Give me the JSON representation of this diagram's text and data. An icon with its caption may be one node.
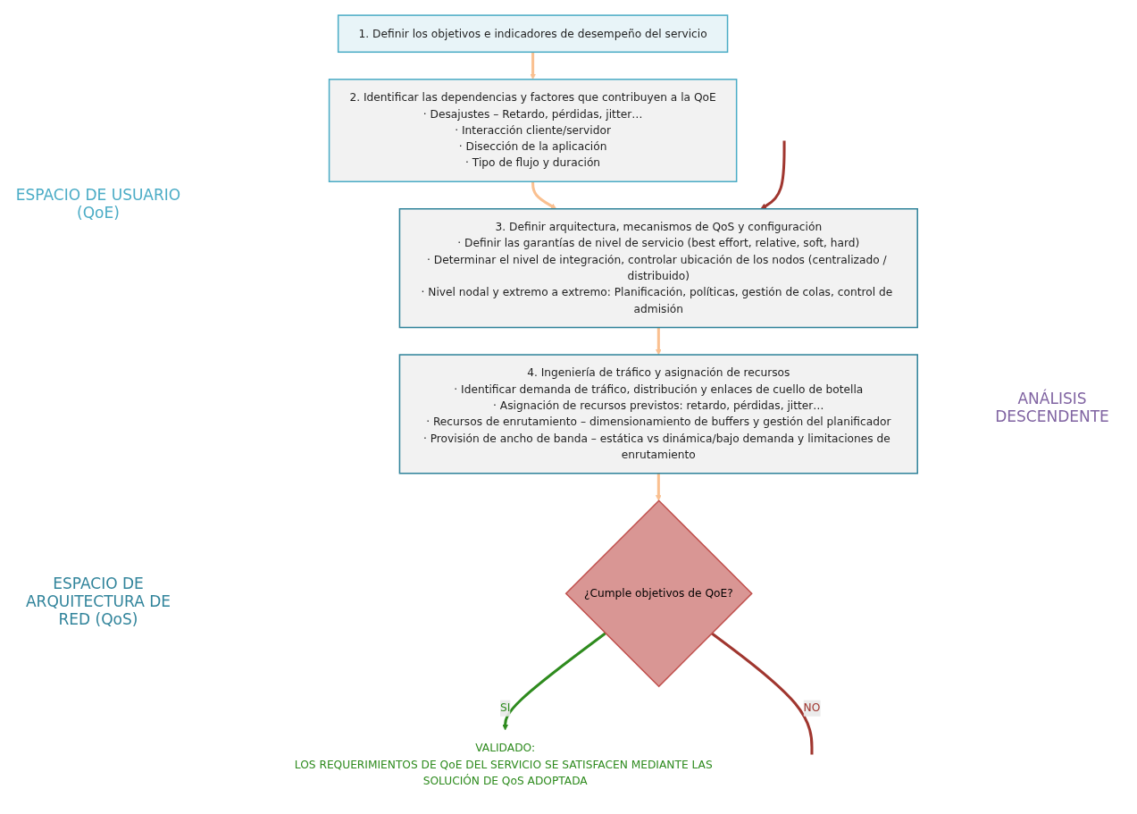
{
  "diagram": {
    "nodes": [
      {
        "text": [
          "1. Definir los objetivos e indicadores de desempeño del servicio"
        ]
      },
      {
        "text": [
          "2. Identificar las dependencias y factores que contribuyen a la QoE",
          "· Desajustes – Retardo, pérdidas, jitter…",
          "· Interacción cliente/servidor",
          "· Disección de la aplicación",
          "· Tipo de flujo y duración"
        ]
      },
      {
        "text": [
          "3. Definir arquitectura, mecanismos de QoS y configuración",
          "· Definir las garantías de nivel de servicio (best effort, relative, soft, hard)",
          "· Determinar el nivel de integración, controlar ubicación de los nodos (centralizado / distribuido)",
          "· Nivel nodal y extremo a extremo: Planificación, políticas, gestión de colas, control de admisión"
        ]
      },
      {
        "text": [
          "4. Ingeniería de tráfico y asignación de recursos",
          "· Identificar demanda de tráfico, distribución y enlaces de cuello de botella",
          "· Asignación de recursos previstos: retardo, pérdidas, jitter…",
          "· Recursos de enrutamiento – dimensionamiento de buffers y gestión del planificador",
          "· Provisión de ancho de banda – estática vs dinámica/bajo demanda y limitaciones de enrutamiento"
        ]
      },
      {
        "text": [
          "¿Cumple objetivos de QoE?"
        ]
      },
      {
        "text": [
          "VALIDADO:",
          "LOS REQUERIMIENTOS DE QoE DEL SERVICIO SE SATISFACEN MEDIANTE LAS SOLUCIÓN DE QoS ADOPTADA"
        ]
      }
    ],
    "edges": [
      {
        "from": 0,
        "to": 1,
        "arrow": "to",
        "color": "#fac090"
      },
      {
        "from": 1,
        "to": 2,
        "arrow": "to",
        "color": "#fac090"
      },
      {
        "from": 2,
        "to": 3,
        "arrow": "to",
        "color": "#fac090"
      },
      {
        "from": 3,
        "to": 4,
        "arrow": "to",
        "color": "#fac090"
      },
      {
        "from": 4,
        "to": 5,
        "arrow": "to",
        "label": "SI",
        "color": "#2e8b1e"
      },
      {
        "from": 4,
        "to": null,
        "arrow": "none",
        "label": "NO",
        "color": "#a0362f"
      },
      {
        "from": null,
        "to": 2,
        "arrow": "to",
        "color": "#a0362f"
      }
    ],
    "labels": [
      "ESPACIO DE USUARIO (QoE)",
      "ANÁLISIS DESCENDENTE",
      "ESPACIO DE ARQUITECTURA DE RED (QoS)"
    ]
  }
}
